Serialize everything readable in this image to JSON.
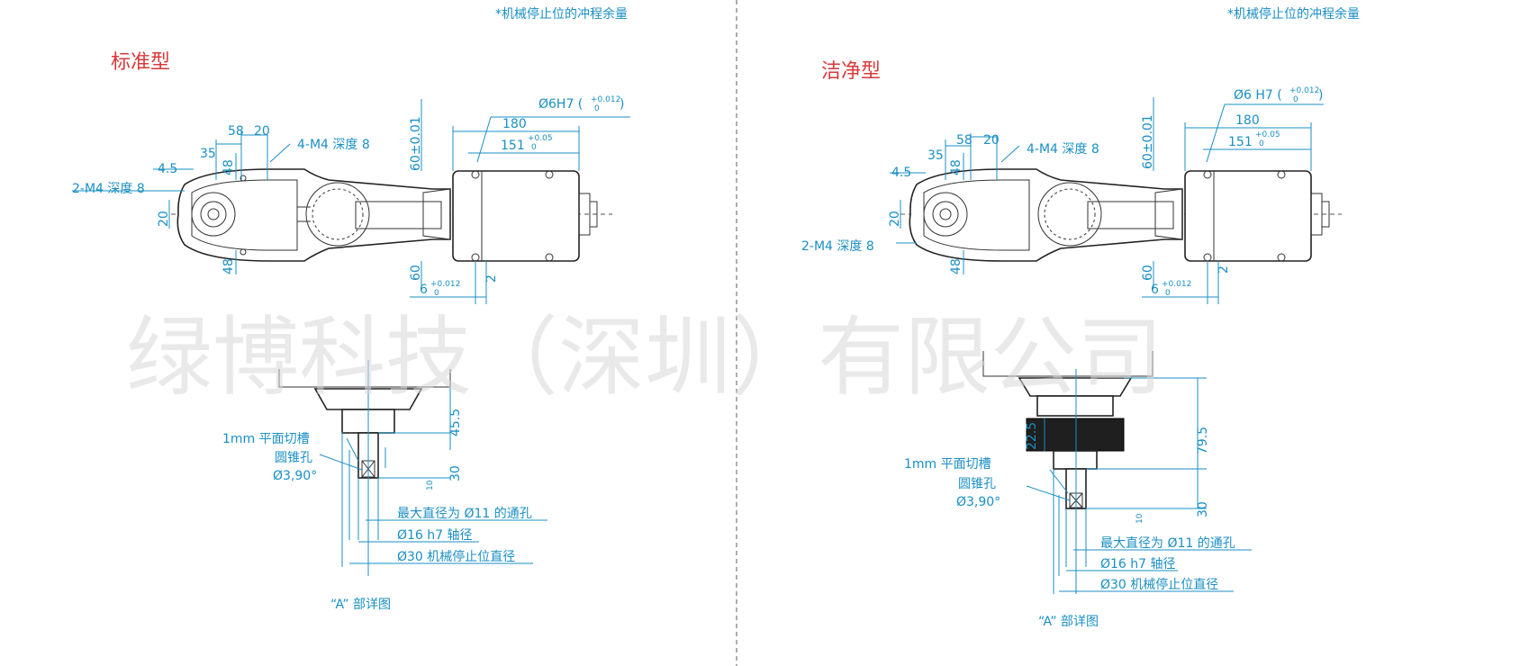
{
  "watermark": "绿博科技（深圳）有限公司",
  "colors": {
    "dimension": "#1a8fc4",
    "section_title": "#d83a3a",
    "watermark": "#d8d8d8"
  },
  "left_panel": {
    "header_note": "*机械停止位的冲程余量",
    "title": "标准型",
    "top_view": {
      "d_35": "35",
      "d_58": "58",
      "d_20": "20",
      "d_4_5": "4.5",
      "d_48_top": "48",
      "d_20_side": "20",
      "d_48_bottom": "48",
      "tap_2": "2-M4 深度 8",
      "tap_4": "4-M4 深度 8",
      "d_60_tol": "60±0.01",
      "d_180": "180",
      "d_151": "151",
      "tol_151_up": "+0.05",
      "tol_151_low": "0",
      "d_hole": "Ø6H7 (",
      "tol_hole_up": "+0.012",
      "tol_hole_low": "0",
      "d_hole_close": ")",
      "d_60": "60",
      "d_6": "6",
      "tol_6_up": "+0.012",
      "tol_6_low": "0",
      "d_2": "2"
    },
    "detail": {
      "d_45_5": "45.5",
      "d_30": "30",
      "d_10": "10",
      "slot": "1mm 平面切槽",
      "cone_hole": "圆锥孔",
      "cone_spec": "Ø3,90°",
      "through_hole": "最大直径为 Ø11 的通孔",
      "shaft": "Ø16 h7 轴径",
      "stop": "Ø30 机械停止位直径",
      "caption": "“A” 部详图"
    }
  },
  "right_panel": {
    "header_note": "*机械停止位的冲程余量",
    "title": "洁净型",
    "top_view": {
      "d_35": "35",
      "d_58": "58",
      "d_20": "20",
      "d_4_5": "4.5",
      "d_48_top": "48",
      "d_20_side": "20",
      "d_48_bottom": "48",
      "tap_2": "2-M4 深度 8",
      "tap_4": "4-M4 深度 8",
      "d_60_tol": "60±0.01",
      "d_180": "180",
      "d_151": "151",
      "tol_151_up": "+0.05",
      "tol_151_low": "0",
      "d_hole": "Ø6 H7 (",
      "tol_hole_up": "+0.012",
      "tol_hole_low": "0",
      "d_hole_close": ")",
      "d_60": "60",
      "d_6": "6",
      "tol_6_up": "+0.012",
      "tol_6_low": "0",
      "d_2": "2"
    },
    "detail": {
      "d_22_5": "22.5",
      "d_79_5": "79.5",
      "d_30": "30",
      "d_10": "10",
      "slot": "1mm 平面切槽",
      "cone_hole": "圆锥孔",
      "cone_spec": "Ø3,90°",
      "through_hole": "最大直径为 Ø11 的通孔",
      "shaft": "Ø16 h7 轴径",
      "stop": "Ø30 机械停止位直径",
      "caption": "“A” 部详图"
    }
  }
}
